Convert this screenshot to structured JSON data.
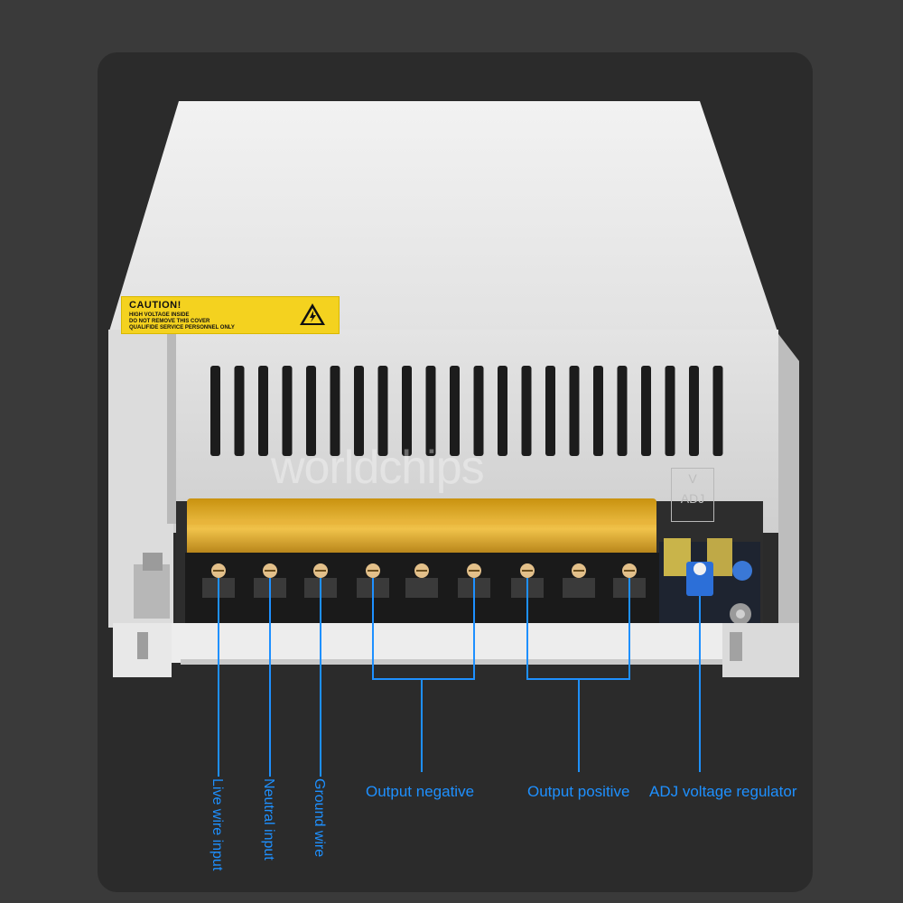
{
  "caution": {
    "title": "CAUTION!",
    "line1": "HIGH VOLTAGE INSIDE",
    "line2": "DO NOT REMOVE THIS COVER",
    "line3": "QUALIFIDE SERVICE PERSONNEL ONLY"
  },
  "watermark": "worldchips",
  "adj_tag": {
    "top": "V",
    "bottom": "ADJ"
  },
  "labels": {
    "live_wire_input": "Live wire input",
    "neutral_input": "Neutral input",
    "ground_wire": "Ground wire",
    "output_negative": "Output negative",
    "output_positive": "Output positive",
    "adj_voltage_regulator": "ADJ voltage regulator"
  },
  "colors": {
    "background": "#3a3a3a",
    "panel": "#2b2b2b",
    "label_blue": "#1e90ff",
    "caution_yellow": "#f4d21f"
  }
}
